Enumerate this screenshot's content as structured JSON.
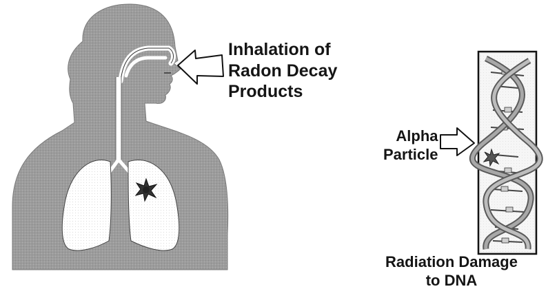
{
  "labels": {
    "inhalation": [
      "Inhalation of",
      "Radon Decay",
      "Products"
    ],
    "alpha": [
      "Alpha",
      "Particle"
    ],
    "damage": [
      "Radiation Damage",
      "to DNA"
    ]
  },
  "colors": {
    "body": "#9c9c9c",
    "lungs": "#ffffff",
    "outline": "#1a1a1a",
    "dna_strand": "#8a8a8a",
    "text": "#151515"
  },
  "icons": [
    "arrow-icon",
    "tumor-icon",
    "dna-helix-icon",
    "alpha-particle-icon"
  ]
}
